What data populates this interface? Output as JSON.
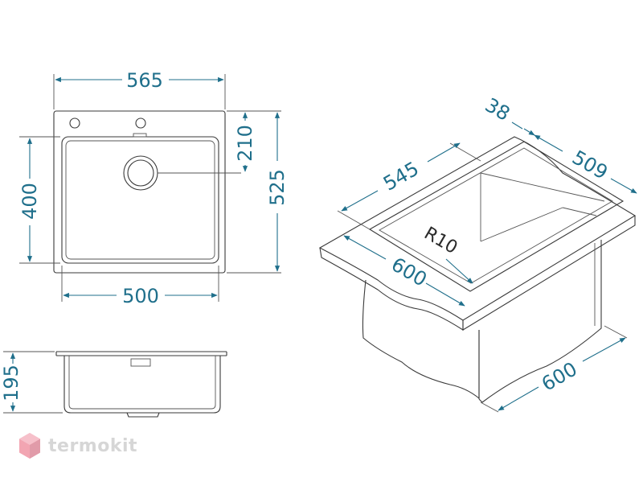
{
  "dimensions": {
    "top_width": "565",
    "bowl_width": "500",
    "bowl_height": "400",
    "top_to_drain": "210",
    "top_depth": "525",
    "bowl_depth": "195",
    "iso_rim_width": "38",
    "iso_bowl_length": "545",
    "iso_depth": "509",
    "iso_radius": "R10",
    "iso_front_width": "600",
    "iso_cabinet_width": "600"
  },
  "brand": {
    "name": "termokit"
  },
  "colors": {
    "dimension": "#1f6f8b",
    "outline": "#3a3a3a",
    "brand_logo": "#e85d75"
  }
}
